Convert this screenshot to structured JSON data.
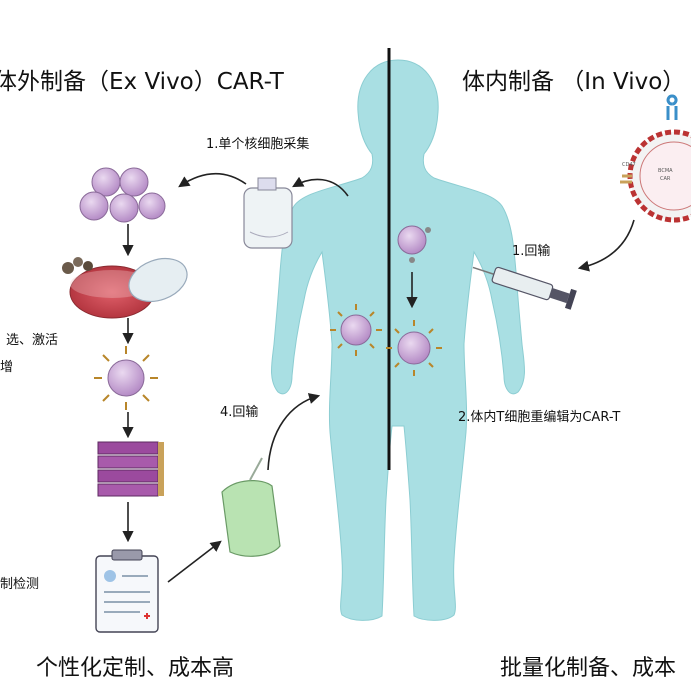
{
  "left_title": "体外制备（Ex Vivo）CAR-T",
  "right_title": "体内制备 （In Vivo）",
  "left_steps": {
    "collect": "1.单个核细胞采集",
    "select_activate_line1": "选、激活",
    "select_activate_line2": "增",
    "qc": "制检测",
    "reinfuse": "4.回输"
  },
  "right_steps": {
    "infuse": "1.回输",
    "reprogram": "2.体内T细胞重编辑为CAR-T"
  },
  "vector_labels": [
    "BCMA",
    "CAR",
    "CD47"
  ],
  "left_footer": "个性化定制、成本高",
  "right_footer": "批量化制备、成本",
  "colors": {
    "body": "#a9dfe3",
    "cell": "#c9a7d6",
    "cell_outline": "#8a6a99",
    "dish_red": "#d0464f",
    "stack": "#9b4a9e",
    "bag_green": "#b9e3b2",
    "divider": "#111111"
  }
}
